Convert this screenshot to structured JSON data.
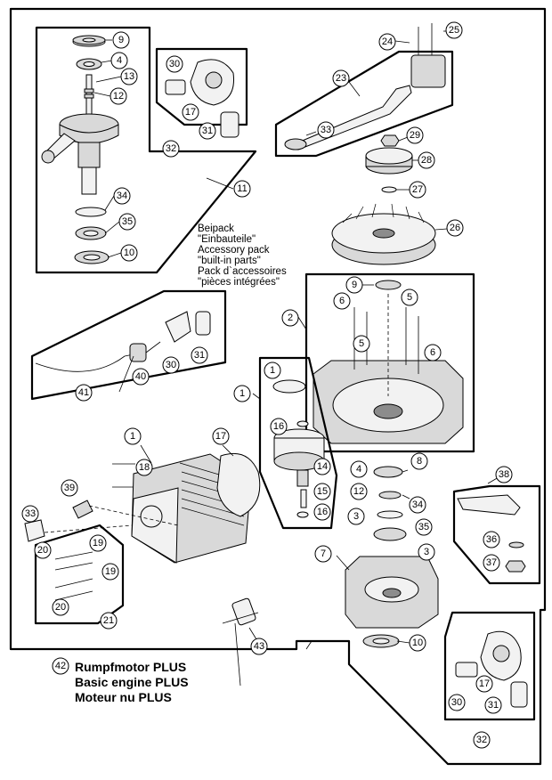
{
  "accessory_note": {
    "line1": "Beipack",
    "line2": "\"Einbauteile\"",
    "line3": "Accessory pack",
    "line4": "\"built-in parts\"",
    "line5": "Pack d`accessoires",
    "line6": "\"pièces intégrées\""
  },
  "title": {
    "callout": "42",
    "de": "Rumpfmotor PLUS",
    "en": "Basic engine PLUS",
    "fr": "Moteur nu PLUS"
  },
  "callouts": [
    {
      "id": "c9a",
      "label": "9"
    },
    {
      "id": "c4a",
      "label": "4"
    },
    {
      "id": "c13",
      "label": "13"
    },
    {
      "id": "c12a",
      "label": "12"
    },
    {
      "id": "c34a",
      "label": "34"
    },
    {
      "id": "c35a",
      "label": "35"
    },
    {
      "id": "c10a",
      "label": "10"
    },
    {
      "id": "c11",
      "label": "11"
    },
    {
      "id": "c30a",
      "label": "30"
    },
    {
      "id": "c17a",
      "label": "17"
    },
    {
      "id": "c31a",
      "label": "31"
    },
    {
      "id": "c32a",
      "label": "32"
    },
    {
      "id": "c24",
      "label": "24"
    },
    {
      "id": "c25",
      "label": "25"
    },
    {
      "id": "c23",
      "label": "23"
    },
    {
      "id": "c33a",
      "label": "33"
    },
    {
      "id": "c29",
      "label": "29"
    },
    {
      "id": "c28",
      "label": "28"
    },
    {
      "id": "c27",
      "label": "27"
    },
    {
      "id": "c26",
      "label": "26"
    },
    {
      "id": "c9b",
      "label": "9"
    },
    {
      "id": "c6a",
      "label": "6"
    },
    {
      "id": "c5a",
      "label": "5"
    },
    {
      "id": "c5b",
      "label": "5"
    },
    {
      "id": "c6b",
      "label": "6"
    },
    {
      "id": "c2",
      "label": "2"
    },
    {
      "id": "c30b",
      "label": "30"
    },
    {
      "id": "c31b",
      "label": "31"
    },
    {
      "id": "c40",
      "label": "40"
    },
    {
      "id": "c41",
      "label": "41"
    },
    {
      "id": "c1a",
      "label": "1"
    },
    {
      "id": "c1b",
      "label": "1"
    },
    {
      "id": "c16a",
      "label": "16"
    },
    {
      "id": "c14",
      "label": "14"
    },
    {
      "id": "c15",
      "label": "15"
    },
    {
      "id": "c16b",
      "label": "16"
    },
    {
      "id": "c1c",
      "label": "1"
    },
    {
      "id": "c17b",
      "label": "17"
    },
    {
      "id": "c18",
      "label": "18"
    },
    {
      "id": "c39",
      "label": "39"
    },
    {
      "id": "c33b",
      "label": "33"
    },
    {
      "id": "c19a",
      "label": "19"
    },
    {
      "id": "c20a",
      "label": "20"
    },
    {
      "id": "c19b",
      "label": "19"
    },
    {
      "id": "c20b",
      "label": "20"
    },
    {
      "id": "c21",
      "label": "21"
    },
    {
      "id": "c4b",
      "label": "4"
    },
    {
      "id": "c12b",
      "label": "12"
    },
    {
      "id": "c3a",
      "label": "3"
    },
    {
      "id": "c34b",
      "label": "34"
    },
    {
      "id": "c35b",
      "label": "35"
    },
    {
      "id": "c3b",
      "label": "3"
    },
    {
      "id": "c7",
      "label": "7"
    },
    {
      "id": "c8",
      "label": "8"
    },
    {
      "id": "c38",
      "label": "38"
    },
    {
      "id": "c36",
      "label": "36"
    },
    {
      "id": "c37",
      "label": "37"
    },
    {
      "id": "c10b",
      "label": "10"
    },
    {
      "id": "c43",
      "label": "43"
    },
    {
      "id": "c30c",
      "label": "30"
    },
    {
      "id": "c17c",
      "label": "17"
    },
    {
      "id": "c31c",
      "label": "31"
    },
    {
      "id": "c32b",
      "label": "32"
    }
  ]
}
